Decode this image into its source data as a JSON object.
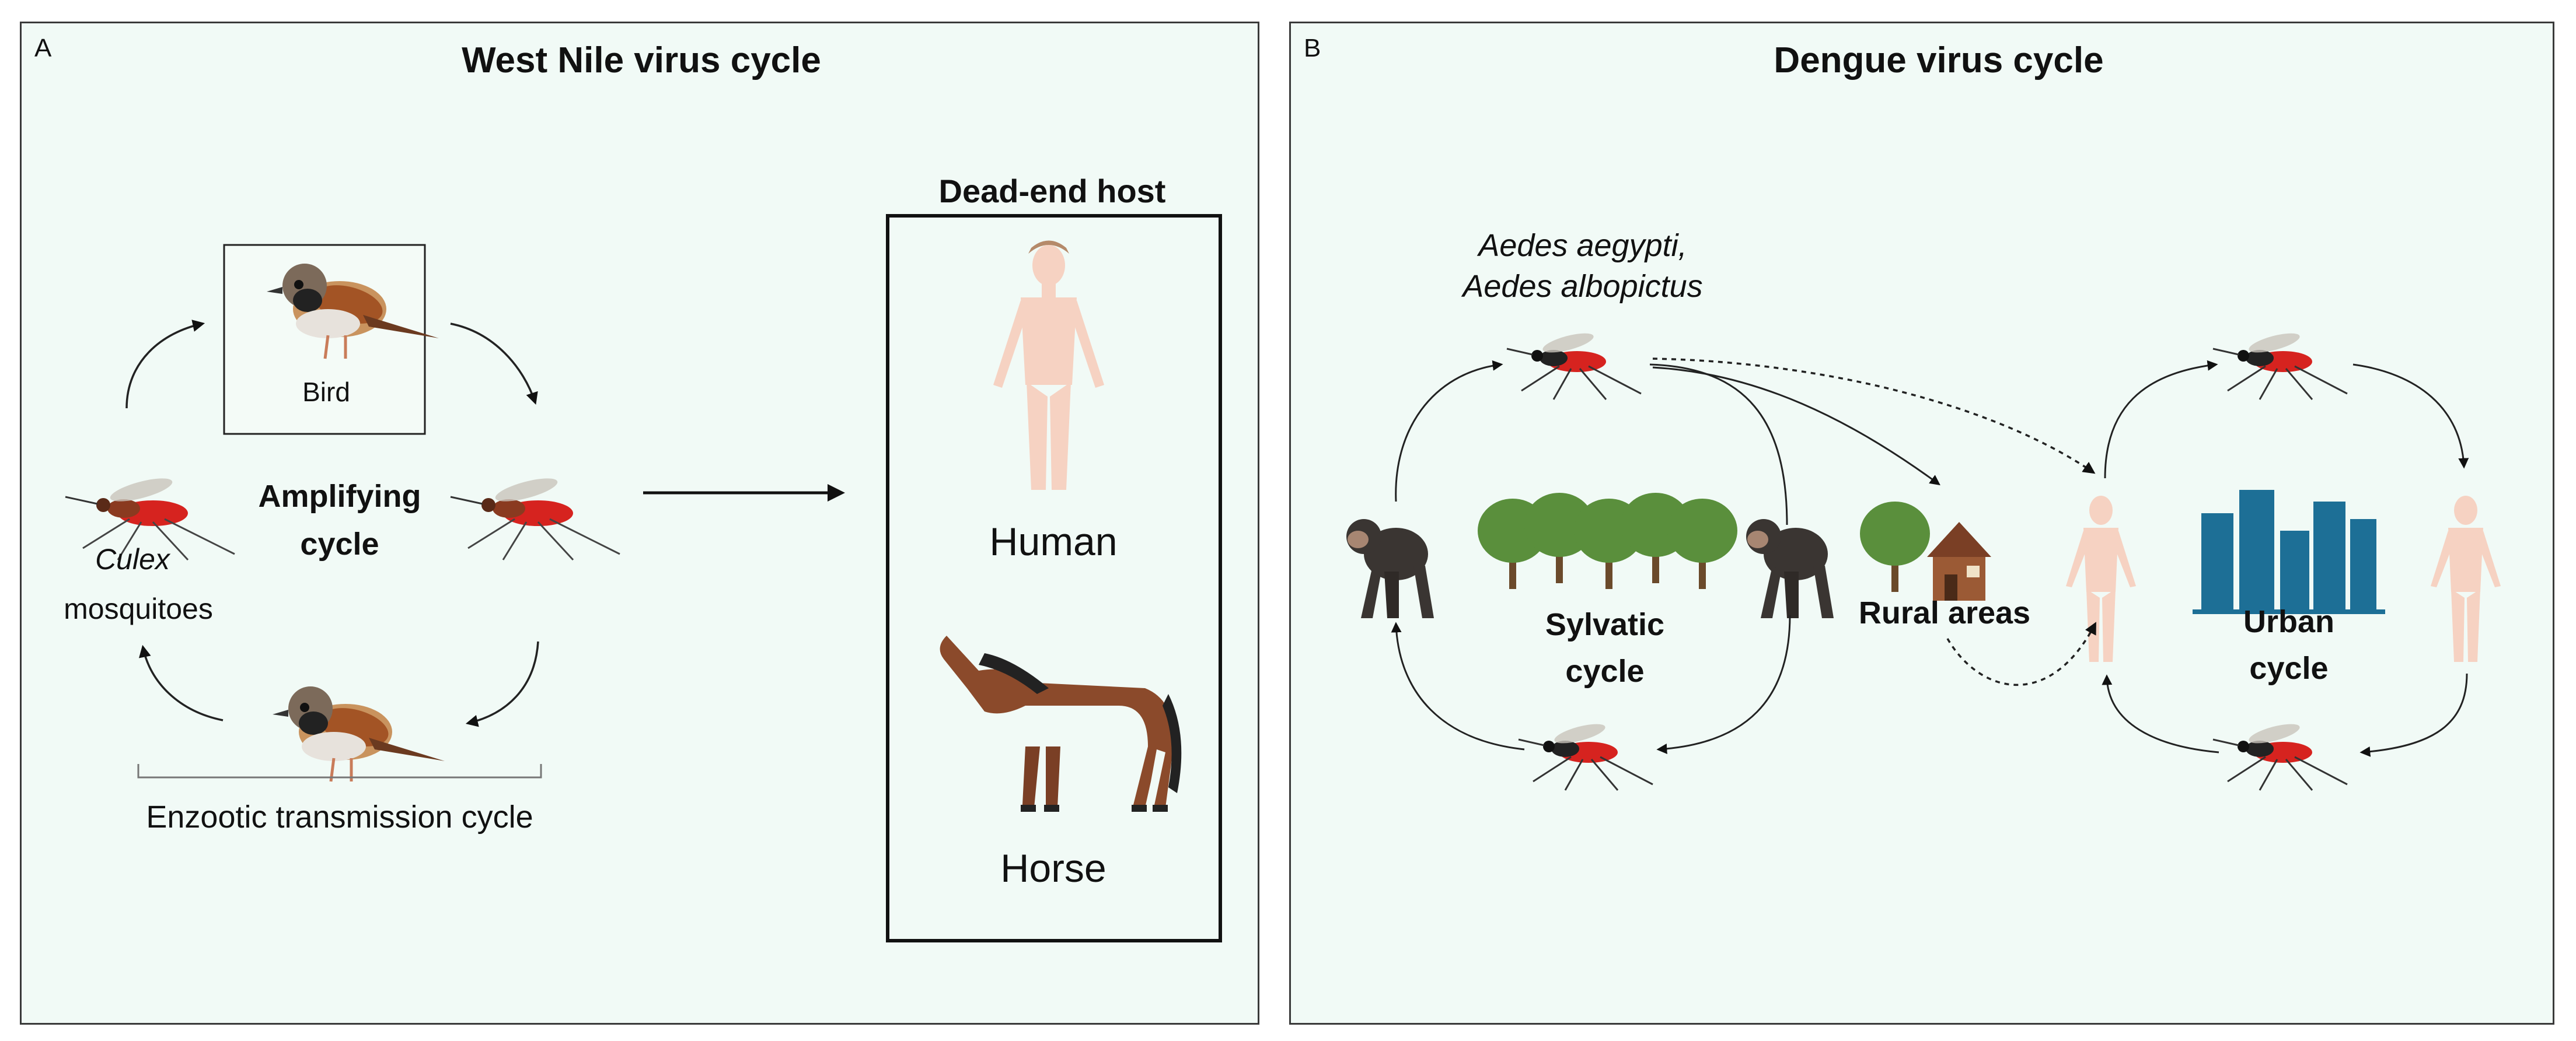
{
  "panel_a": {
    "letter": "A",
    "title": "West Nile virus cycle",
    "bird_label": "Bird",
    "amplifying_line1": "Amplifying",
    "amplifying_line2": "cycle",
    "culex_line1": "Culex",
    "culex_line2": "mosquitoes",
    "enzootic_label": "Enzootic transmission cycle",
    "dead_end_title": "Dead-end host",
    "human_label": "Human",
    "horse_label": "Horse"
  },
  "panel_b": {
    "letter": "B",
    "title": "Dengue virus cycle",
    "aedes_line1": "Aedes aegypti,",
    "aedes_line2": "Aedes albopictus",
    "sylvatic_line1": "Sylvatic",
    "sylvatic_line2": "cycle",
    "rural_label": "Rural areas",
    "urban_line1": "Urban",
    "urban_line2": "cycle"
  },
  "colors": {
    "panel_bg": "#f1faf6",
    "mosquito_body": "#d6231f",
    "bird_brown": "#a35425",
    "skin": "#f6d2c2",
    "horse_brown": "#8b4a2b",
    "tree_green": "#5a8f3c",
    "building_blue": "#1d6f96"
  },
  "icons": [
    "mosquito-icon",
    "sparrow-icon",
    "human-icon",
    "horse-icon",
    "chimpanzee-icon",
    "forest-icon",
    "tree-icon",
    "house-icon",
    "city-buildings-icon",
    "arrow-icon"
  ]
}
